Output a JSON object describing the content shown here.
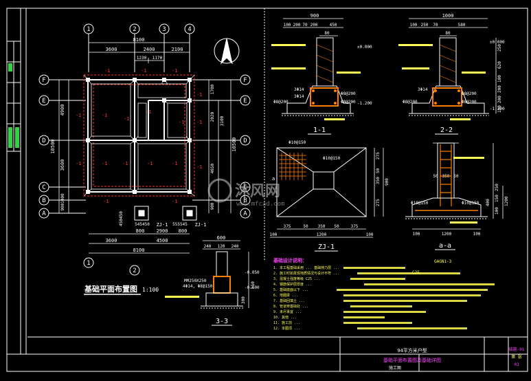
{
  "plan": {
    "title": "基础平面布置图",
    "scale": "1:100",
    "axes_top": [
      "1",
      "2",
      "3",
      "4"
    ],
    "axes_left": [
      "F",
      "E",
      "D",
      "C",
      "B",
      "A"
    ],
    "axes_bottom": [
      "1",
      "2"
    ],
    "dims_top": [
      "8100",
      "3600",
      "2400",
      "2100",
      "1230",
      "1170"
    ],
    "dims_bottom": [
      "800",
      "2900",
      "800",
      "3600",
      "4500",
      "8100"
    ],
    "dims_left": [
      "4900",
      "3600",
      "10500",
      "9001000"
    ],
    "dims_right": [
      "1700",
      "2020",
      "3100",
      "10500",
      "4650",
      "900"
    ],
    "zj_labels": [
      "ZJ-1",
      "ZJ-1"
    ],
    "zj_dims": [
      "545450",
      "555545"
    ],
    "small_dims": [
      "450450"
    ],
    "marker": "-1"
  },
  "sec11": {
    "title": "1-1",
    "dims_top": [
      "900",
      "100",
      "200",
      "70",
      "200",
      "450"
    ],
    "dims_inner": [
      "80"
    ],
    "elevs": [
      "±0.000",
      "-1.200"
    ],
    "rebar": [
      "3Φ14",
      "Φ8@200",
      "Φ8@200",
      "Φ8@200",
      "3Φ14"
    ]
  },
  "sec22": {
    "title": "2-2",
    "dims_top": [
      "1000",
      "100",
      "250",
      "70",
      "580"
    ],
    "dims_inner": [
      "80"
    ],
    "elevs": [
      "±0.000",
      "-1.200"
    ],
    "dims_right": [
      "250",
      "620",
      "100",
      "200",
      "200",
      "100"
    ],
    "rebar": [
      "3Φ14",
      "Φ8@200",
      "Φ8@200",
      "Φ8@200"
    ]
  },
  "zj1": {
    "title": "ZJ-1",
    "rebar": [
      "Φ10@150",
      "Φ10@150"
    ],
    "dims_bottom": [
      "375",
      "50",
      "350",
      "50",
      "375",
      "100",
      "1200",
      "100"
    ],
    "dims_right": [
      "275",
      "50",
      "350",
      "275",
      "900"
    ],
    "mark": "a"
  },
  "sec_aa": {
    "title": "a-a",
    "dims_top": [
      "50",
      "350",
      "50"
    ],
    "rebar": [
      "Φ10@150",
      "Φ10@150"
    ],
    "dims_right": [
      "250",
      "150",
      "100",
      "1200",
      "400"
    ],
    "dims_bottom": [
      "100",
      "1200",
      "100"
    ]
  },
  "sec33": {
    "title": "3-3",
    "dims_top": [
      "600",
      "240",
      "120",
      "240"
    ],
    "label1": "MM250X250",
    "label2": "4Φ14, Φ8@150",
    "dims_right": [
      "550",
      "300"
    ],
    "elevs": [
      "-0.050",
      "-0.600"
    ]
  },
  "notes": {
    "title": "基础设计说明：",
    "lines": [
      "1. 本工程基础采用 ... 基础持力层 ...",
      "2. 施工时如发现地质情况与设计不符 ...",
      "3. 混凝土强度等级 C25 ...",
      "4. 钢筋保护层厚度 ...",
      "5. 基础底面以下 ...",
      "6. 地圈梁 ...",
      "7. 基础回填土 ...",
      "8. 管道穿基础处 ...",
      "9. 未尽事宜 ...",
      "10. 其他 ...",
      "11. 施工前 ...",
      "12. 本图须 ..."
    ],
    "codes": [
      "GAGN1-3",
      "C25"
    ]
  },
  "titleblock": {
    "project": "94平方米户型",
    "drawing": "基础平面布置图及基础详图",
    "stage": "施工图",
    "code1": "结施-01",
    "code2": "第 张",
    "code3": "03"
  },
  "watermark": {
    "name": "沐风网",
    "url": "www.mfcad.com"
  },
  "colors": {
    "background": "#000000",
    "line_white": "#ffffff",
    "text_white": "#ffffff",
    "dim_cyan": "#7fd8ff",
    "red": "#ff3030",
    "yellow": "#ffff55",
    "orange": "#ff8000",
    "green": "#39d049",
    "magenta": "#ff40ff"
  }
}
